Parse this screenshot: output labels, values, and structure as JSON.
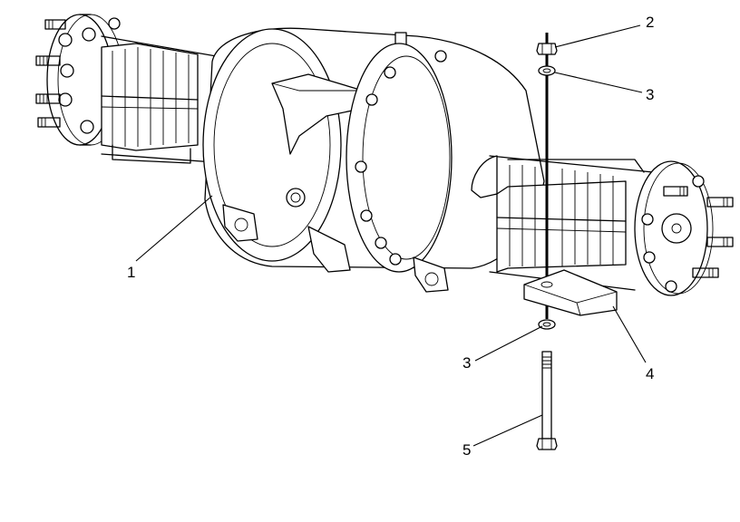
{
  "callouts": [
    {
      "id": "c1",
      "label": "1"
    },
    {
      "id": "c2",
      "label": "2"
    },
    {
      "id": "c3a",
      "label": "3"
    },
    {
      "id": "c3b",
      "label": "3"
    },
    {
      "id": "c4",
      "label": "4"
    },
    {
      "id": "c5",
      "label": "5"
    }
  ],
  "colors": {
    "line": "#000000",
    "background": "#ffffff"
  }
}
